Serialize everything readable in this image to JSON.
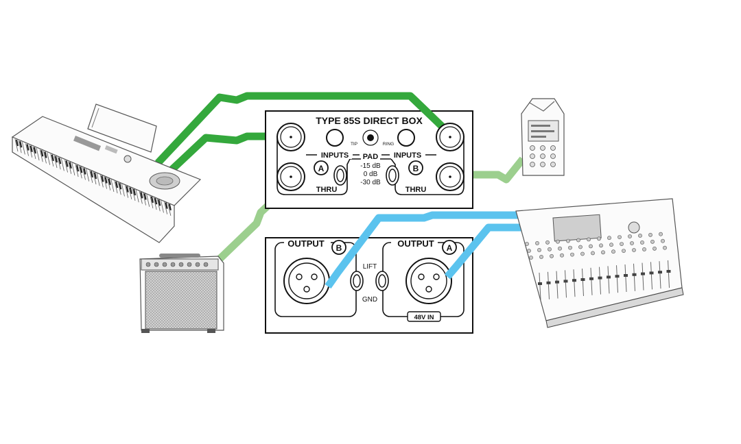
{
  "colors": {
    "green_cable": "#34a83c",
    "light_green_cable": "#9ccf8e",
    "blue_cable": "#5bc3ee",
    "panel_stroke": "#111111"
  },
  "top_panel": {
    "title": "TYPE 85S DIRECT BOX",
    "inputs_left": "INPUTS",
    "inputs_right": "INPUTS",
    "pad": "PAD",
    "tip": "TIP",
    "ring": "RING",
    "channel_a": "A",
    "channel_b": "B",
    "pad_options": [
      "-15 dB",
      "0 dB",
      "-30 dB"
    ],
    "thru_left": "THRU",
    "thru_right": "THRU"
  },
  "bottom_panel": {
    "output_b_label": "OUTPUT",
    "output_b_channel": "B",
    "output_a_label": "OUTPUT",
    "output_a_channel": "A",
    "lift": "LIFT",
    "gnd": "GND",
    "phantom": "48V IN"
  },
  "devices": {
    "keyboard": "keyboard-illustration",
    "amplifier": "amplifier-illustration",
    "recorder": "recorder-illustration",
    "mixer": "mixer-illustration"
  }
}
